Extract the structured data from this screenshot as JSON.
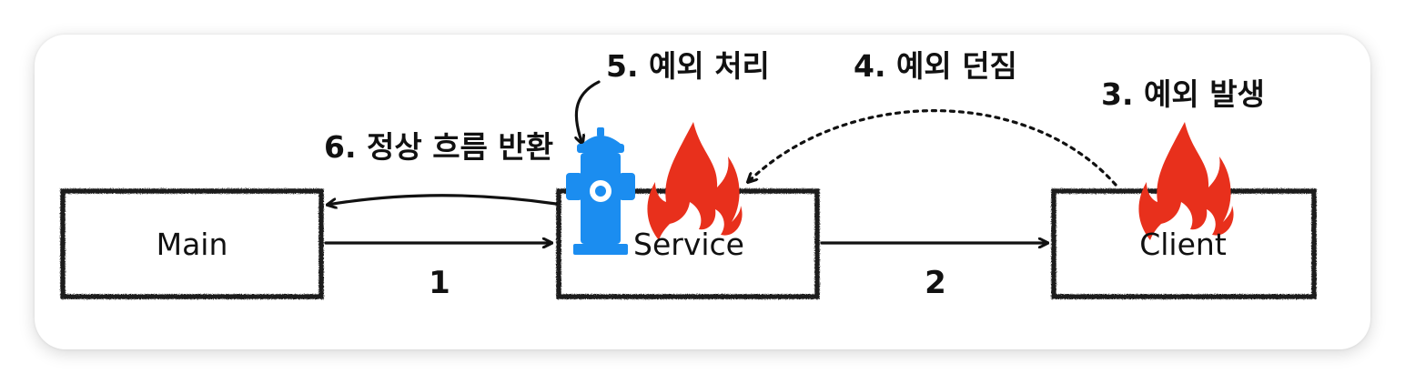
{
  "nodes": {
    "main": "Main",
    "service": "Service",
    "client": "Client"
  },
  "steps": {
    "step1": "1",
    "step2": "2"
  },
  "annotations": {
    "exception_occurs": "3. 예외 발생",
    "exception_thrown": "4. 예외 던짐",
    "exception_handled": "5. 예외 처리",
    "normal_return": "6. 정상 흐름 반환"
  },
  "icons": {
    "fire": "fire-icon",
    "hydrant": "fire-hydrant-icon"
  },
  "colors": {
    "fire": "#e8301c",
    "hydrant": "#1b8df0",
    "ink": "#111111"
  }
}
